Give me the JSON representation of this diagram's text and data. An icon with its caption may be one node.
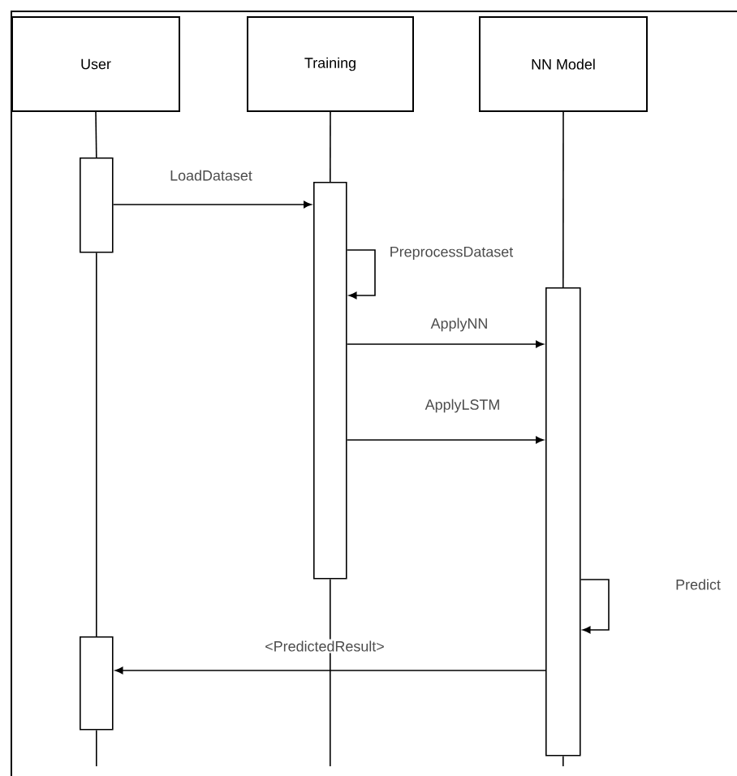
{
  "diagram": {
    "nodes": [
      {
        "text": [
          "User"
        ]
      },
      {
        "text": [
          "Training"
        ]
      },
      {
        "text": [
          "NN  Model"
        ]
      },
      {
        "text": [],
        "shape": "bar"
      },
      {
        "text": [],
        "shape": "bar"
      },
      {
        "text": [],
        "shape": "bar"
      },
      {
        "text": [],
        "shape": "bar"
      }
    ],
    "edges": [
      {
        "from": 3,
        "to": 4,
        "arrow": "to",
        "label": "LoadDataset"
      },
      {
        "from": 4,
        "to": 4,
        "arrow": "to",
        "label": "PreprocessDataset"
      },
      {
        "from": 4,
        "to": 5,
        "arrow": "to",
        "label": "ApplyNN"
      },
      {
        "from": 4,
        "to": 5,
        "arrow": "to",
        "label": "ApplyLSTM"
      },
      {
        "from": 5,
        "to": 5,
        "arrow": "to",
        "label": "Predict"
      },
      {
        "from": 5,
        "to": 6,
        "arrow": "to",
        "label": "<PredictedResult>"
      },
      {
        "from": 0,
        "to": 3,
        "arrow": "none"
      },
      {
        "from": 3,
        "to": 6,
        "arrow": "none"
      },
      {
        "from": 6,
        "to": null,
        "arrow": "none"
      },
      {
        "from": 1,
        "to": 4,
        "arrow": "none"
      },
      {
        "from": 4,
        "to": null,
        "arrow": "none"
      },
      {
        "from": 2,
        "to": 5,
        "arrow": "none"
      },
      {
        "from": 5,
        "to": null,
        "arrow": "none"
      }
    ]
  }
}
